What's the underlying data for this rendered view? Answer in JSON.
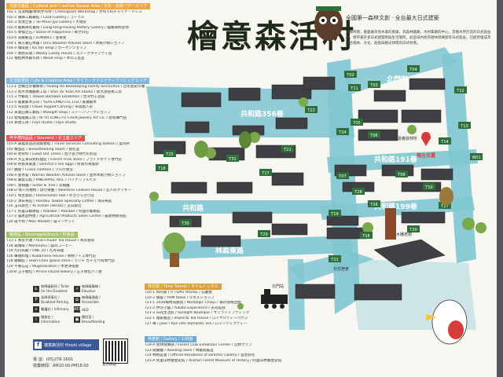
{
  "title": "檜意森活村",
  "slogan": "全國第一森林文創 · 全台最大日式建築",
  "intro": "日據時期，嘉義做為伐木業的重鎮，為森林鐵路、木材集散的中心。其檜木所打造的日式宿舍群，保存著許多日式建築物與生活場所。此區域內原為營林俱樂部等日式宿舍，已經修復成為結合森林、文化、創意與觀光休閒的日式村落。",
  "categories": [
    {
      "header": "文創市集區 / Cultural and Creative Bazaar Area / 文化・創意バザーエリア",
      "rows": [
        "T02-1 花漾梅園/春秋手作坊 / Cheongsam Workshop / 手作りのチャイナ・ドレス",
        "T02-2 珊瑚工藝藏館 / Coral Gallery / コーラル",
        "T02-3 太璞之家 / Tai-Phuo-Jyu Gallery / 大璞房",
        "T02-4 龍鳳祥玩賞陶 / Lung-Feng-Hsiang Pottery Gallery / 龍鳳祥陶芸坊",
        "T02-5 幸福之石 / Stone of Happiness / 幸せの石",
        "T03-6 光耀藝品 / SUNWILL / 聖東星",
        "T04-1 東方寶石木器 / Orru Wooden Articles Store / 木製小物ショップ",
        "T04-4 咖啡屋 / Ka Yan Shop / カーヤンショップ",
        "T04-7 異想天開 / Wacky Candy House / ユニークキャンディ店",
        "T31 福松林木藝作坊 / Wood shop / 木の工芸品"
      ]
    },
    {
      "header": "生活創意館 / Life & Creative Area / ライフ・クリエイティブリビングエリア",
      "rows": [
        "T11-1 皇蜂百年養蜂坊 / Huang Ho Beekeeping Family Since1915 / 百年歴史の養蜂場",
        "T11-2 新大木雕藝術工房 / Shin Tai Yuan Art Studio / 新大源芸術工房",
        "T11-3 竹藝館 / Taiwan Bamboo Exhibition / 台湾竹工芸館",
        "T11-4 嘉寶藝木公司 / YEAS LAND CO.,LTD / 嘉寶藝木",
        "T11-5 布袋戲 / Glove Puppet Carving / 布袋戲人形",
        "T12 米奧石頭工藝館 / Miaogift Shop / ストーンワークショップ",
        "T13 碧瑤龍鳳工房 / BI YU LONG FU CHEN Jewelry Art Co. / 碧瑤專門店",
        "T14 菲達工坊 / Fays studio / Fays studio"
      ]
    },
    {
      "header": "伴手禮商品區 / Souvenir / お土産エリア",
      "rows": [
        "T05-A 嘉義旅遊諮詢服務站 / Travel Services Consulting Station / 案内所",
        "T05 蜂蜜店 / Breastfeeding Room / 授乳室",
        "T05-B 老好料 / Good Old Times / 古き良き時代のお店",
        "T06-A 大正茶日式料理店 / French Fries store / フライドポテト専門店",
        "T06-B 所長茶葉蛋 / Director's tea eggs / 所長の茶葉卵",
        "T07 鶴屋 / Crane canteen / ツルの食堂",
        "T08-A 夏木家 / Namiki Wooden Articles Store / 並木木製小物ショップ",
        "T08-B 鳳梨公館 / PINEAPPLE HILL / パイナップルヒル",
        "T08-C 雙樹園 / Sister & Tree / 双樹園",
        "T08-D 情人的禮物 / 旅行果園 / Valentine Cookies House / 恋人のクッキー",
        "T10-1 和生戲院 / Horseradish Hall / わさびろさび店",
        "T10-2 鴻日茶館 / Hondou Taiwan Specialty Coffee / 鴻日茶館",
        "T16 玉山旅社 / Yu Fishan (Vecko) / 玉山旅社",
        "T17-1 阿里山藝術館 / Atanber / Atanber / 阿里の藝術館",
        "T17-2 農產品特產 / Agricultural Products Sales Center / 農産物販売館",
        "T30 森卡坊 / Mori Market / 森マーケット"
      ]
    },
    {
      "header": "餐飲區 / Beverage&Snack / 料食品",
      "rows": [
        "T11-1 茶房大湖 / Hua-Chiuan Tea House / 茶房香泉",
        "T18 森咖啡 / Morikoohii / 森のコーヒー",
        "T19 九丹烏龍 / ONE 20 / 九丹烏龍",
        "T26 筆朋料理 / Kudamono House / 果物アイス専門店",
        "T28 鎮鄉館 / Town-Chen goose store / ランチ ガチョウ肉専門店",
        "T29 不要忘記 / Mugeneration / 木更津宿屋",
        "T30-B 王子麵包 / Prince House Bakery / 王子明包パン屋"
      ]
    },
    {
      "header": "林志館 / Time Tunnel / タイムトンネル",
      "rows": [
        "T20-1 阿的家 / A TSAO HOUSE / 石破屋",
        "T20-2 甕居 / YRM towel / タオルショップ",
        "T21-1 2030樹時光廊道 / Nostalgic Chiayi / 嘉の感慨回想",
        "T21-2 伊莎小舖 / Yukata Experience / 夫司館部",
        "T21-3 日光生活館 / Sunlight Boutique / サンライトブティック",
        "T22-1 福家飯店 / Imperial Tea House / ロイヤルティーハウス",
        "T27 樂 / Jiaer / Run into Romantic Tea / ロマンティクティー"
      ]
    },
    {
      "header": "林產館 / Gallery / 公林館",
      "rows": [
        "T19-A 營林俱樂部 / Forest Club Exhibition Center / 営林クラブ",
        "T23 閱覽樓 / Reading room / 林業閲覧室",
        "T24 林務官舍 / Official Residence of Director Gallery / 官舎邸宅",
        "T25-A 阿里山林業歷史館 / Alishan Forest Museum of History / 阿里山林業歴史館"
      ]
    }
  ],
  "streets": {
    "gonghe356": "共和路356巷",
    "beimen": "北門街",
    "gonghe191": "共和路191巷",
    "gonghe199": "共和路199巷",
    "gonghe": "共和路",
    "linsen": "林森東路"
  },
  "markers": {
    "current": "現在位置",
    "caption_tree": "木雕老樹",
    "caption_station": "北門站",
    "caption_gallery": "嘉義營林所",
    "caption_east": "日式宿舍"
  },
  "facilities": [
    {
      "icon": "♿",
      "label": "無障礙廁所 / Toilet for the Disabled"
    },
    {
      "icon": "⚡",
      "label": "無障礙電梯 / Elevator"
    },
    {
      "icon": "P",
      "label": "身障停車位 / Disabled Parking"
    },
    {
      "icon": "♻",
      "label": "無障礙通道 / Accessible"
    },
    {
      "icon": "+",
      "label": "醫護站 / Infirmary"
    },
    {
      "icon": "AED",
      "label": "AED"
    },
    {
      "icon": "i",
      "label": "服務台 / Information"
    },
    {
      "icon": "▣",
      "label": "餵奶室 / Breastfeeding"
    }
  ],
  "facebook": "檜意森活村 Hinoki village",
  "qr_label": "官方網站",
  "contact": {
    "phone": "電    話：(05)276-1601",
    "hours": "營業時間：AM10:00-PM18:00"
  },
  "colors": {
    "road": "#7ec6d1",
    "roof": "#3f4044",
    "tree": "#7aa84c",
    "marker": "#d63c3c"
  },
  "pins": [
    "T02",
    "T03",
    "T04",
    "T05",
    "T06",
    "T07",
    "T08",
    "T10",
    "T11",
    "T12",
    "T13",
    "T14",
    "T16",
    "T17",
    "T18",
    "T19",
    "T20",
    "T21",
    "T22",
    "T23",
    "T24",
    "T25",
    "T26",
    "T27",
    "T28",
    "T29",
    "T30",
    "T31",
    "W01"
  ]
}
